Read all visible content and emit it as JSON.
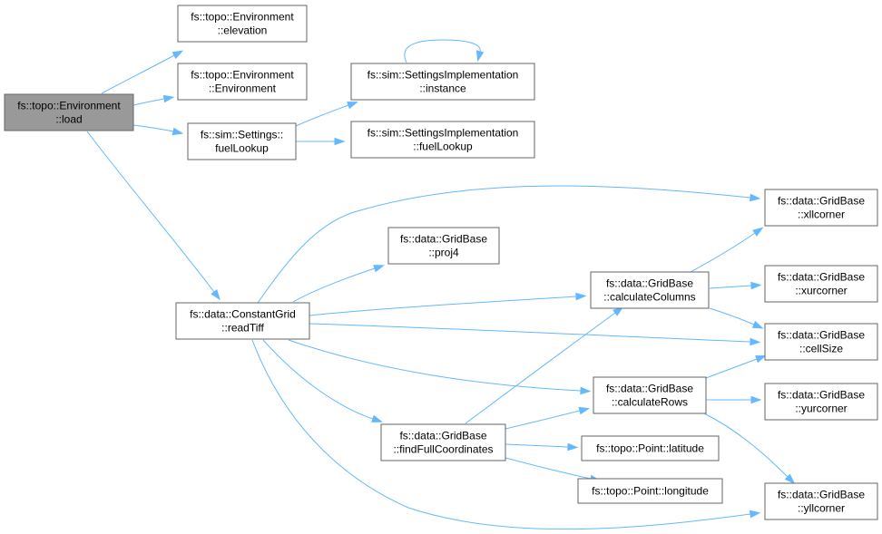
{
  "colors": {
    "edge": "#63b8ff",
    "node_border": "#666666",
    "root_fill": "#999999",
    "node_fill": "#ffffff"
  },
  "nodes": [
    {
      "id": "env_load",
      "lines": [
        "fs::topo::Environment",
        "::load"
      ],
      "root": true
    },
    {
      "id": "env_elevation",
      "lines": [
        "fs::topo::Environment",
        "::elevation"
      ]
    },
    {
      "id": "env_ctor",
      "lines": [
        "fs::topo::Environment",
        "::Environment"
      ]
    },
    {
      "id": "settings_fuel",
      "lines": [
        "fs::sim::Settings::",
        "fuelLookup"
      ]
    },
    {
      "id": "si_instance",
      "lines": [
        "fs::sim::SettingsImplementation",
        "::instance"
      ]
    },
    {
      "id": "si_fuel",
      "lines": [
        "fs::sim::SettingsImplementation",
        "::fuelLookup"
      ]
    },
    {
      "id": "cg_readtiff",
      "lines": [
        "fs::data::ConstantGrid",
        "::readTiff"
      ]
    },
    {
      "id": "gb_proj4",
      "lines": [
        "fs::data::GridBase",
        "::proj4"
      ]
    },
    {
      "id": "gb_calccols",
      "lines": [
        "fs::data::GridBase",
        "::calculateColumns"
      ]
    },
    {
      "id": "gb_calcrows",
      "lines": [
        "fs::data::GridBase",
        "::calculateRows"
      ]
    },
    {
      "id": "gb_findfull",
      "lines": [
        "fs::data::GridBase",
        "::findFullCoordinates"
      ]
    },
    {
      "id": "pt_lat",
      "lines": [
        "fs::topo::Point::latitude"
      ]
    },
    {
      "id": "pt_lon",
      "lines": [
        "fs::topo::Point::longitude"
      ]
    },
    {
      "id": "gb_xll",
      "lines": [
        "fs::data::GridBase",
        "::xllcorner"
      ]
    },
    {
      "id": "gb_xur",
      "lines": [
        "fs::data::GridBase",
        "::xurcorner"
      ]
    },
    {
      "id": "gb_cell",
      "lines": [
        "fs::data::GridBase",
        "::cellSize"
      ]
    },
    {
      "id": "gb_yur",
      "lines": [
        "fs::data::GridBase",
        "::yurcorner"
      ]
    },
    {
      "id": "gb_yll",
      "lines": [
        "fs::data::GridBase",
        "::yllcorner"
      ]
    }
  ],
  "edges": [
    {
      "from": "env_load",
      "to": "env_elevation"
    },
    {
      "from": "env_load",
      "to": "env_ctor"
    },
    {
      "from": "env_load",
      "to": "settings_fuel"
    },
    {
      "from": "env_load",
      "to": "cg_readtiff"
    },
    {
      "from": "settings_fuel",
      "to": "si_instance"
    },
    {
      "from": "settings_fuel",
      "to": "si_fuel"
    },
    {
      "from": "si_instance",
      "to": "si_instance"
    },
    {
      "from": "cg_readtiff",
      "to": "gb_xll"
    },
    {
      "from": "cg_readtiff",
      "to": "gb_proj4"
    },
    {
      "from": "cg_readtiff",
      "to": "gb_calccols"
    },
    {
      "from": "cg_readtiff",
      "to": "gb_cell"
    },
    {
      "from": "cg_readtiff",
      "to": "gb_calcrows"
    },
    {
      "from": "cg_readtiff",
      "to": "gb_findfull"
    },
    {
      "from": "cg_readtiff",
      "to": "gb_yll"
    },
    {
      "from": "gb_calccols",
      "to": "gb_xll"
    },
    {
      "from": "gb_calccols",
      "to": "gb_xur"
    },
    {
      "from": "gb_calccols",
      "to": "gb_cell"
    },
    {
      "from": "gb_calcrows",
      "to": "gb_cell"
    },
    {
      "from": "gb_calcrows",
      "to": "gb_yur"
    },
    {
      "from": "gb_calcrows",
      "to": "gb_yll"
    },
    {
      "from": "gb_findfull",
      "to": "gb_calccols"
    },
    {
      "from": "gb_findfull",
      "to": "gb_calcrows"
    },
    {
      "from": "gb_findfull",
      "to": "pt_lat"
    },
    {
      "from": "gb_findfull",
      "to": "pt_lon"
    }
  ]
}
